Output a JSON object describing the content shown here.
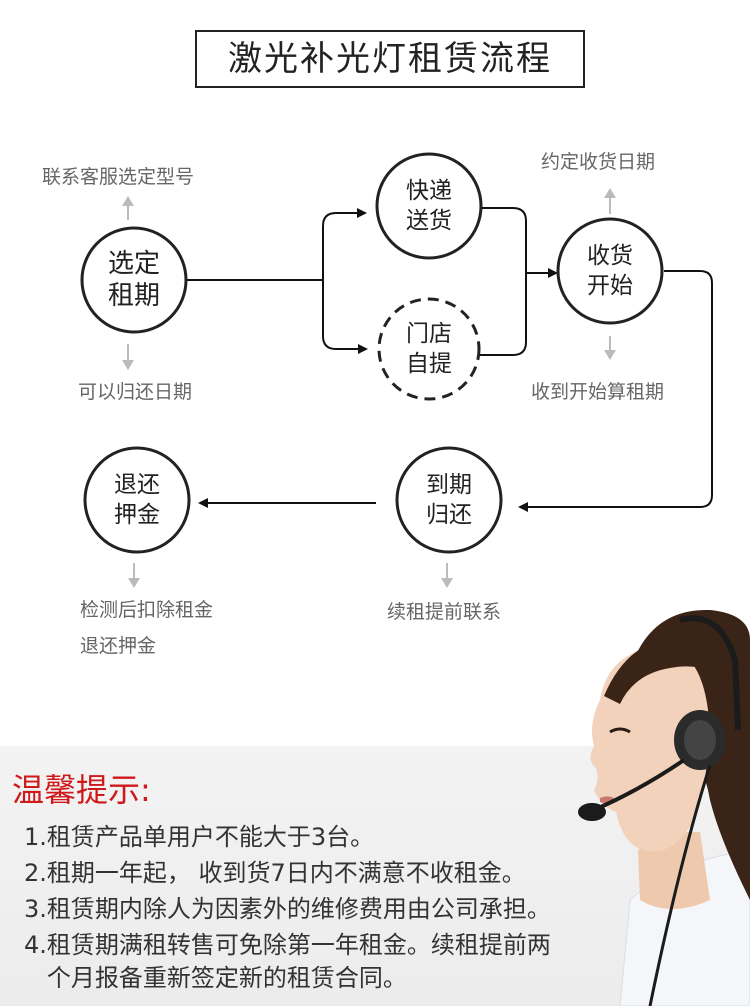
{
  "title": "激光补光灯租赁流程",
  "nodes": {
    "select": "选定\n租期",
    "express": "快递\n送货",
    "pickup": "门店\n自提",
    "receive": "收货\n开始",
    "return": "到期\n归还",
    "refund": "退还\n押金"
  },
  "notes": {
    "select_top": "联系客服选定型号",
    "select_bottom": "可以归还日期",
    "receive_top": "约定收货日期",
    "receive_bottom": "收到开始算租期",
    "return_bottom": "续租提前联系",
    "refund_bottom_1": "检测后扣除租金",
    "refund_bottom_2": "退还押金"
  },
  "tips": {
    "title": "温馨提示:",
    "items": [
      "1.租赁产品单用户不能大于3台。",
      "2.租期一年起， 收到货7日内不满意不收租金。",
      "3.租赁期内除人为因素外的维修费用由公司承担。",
      "4.租赁期满租转售可免除第一年租金。续租提前两",
      "   个月报备重新签定新的租赁合同。"
    ]
  }
}
